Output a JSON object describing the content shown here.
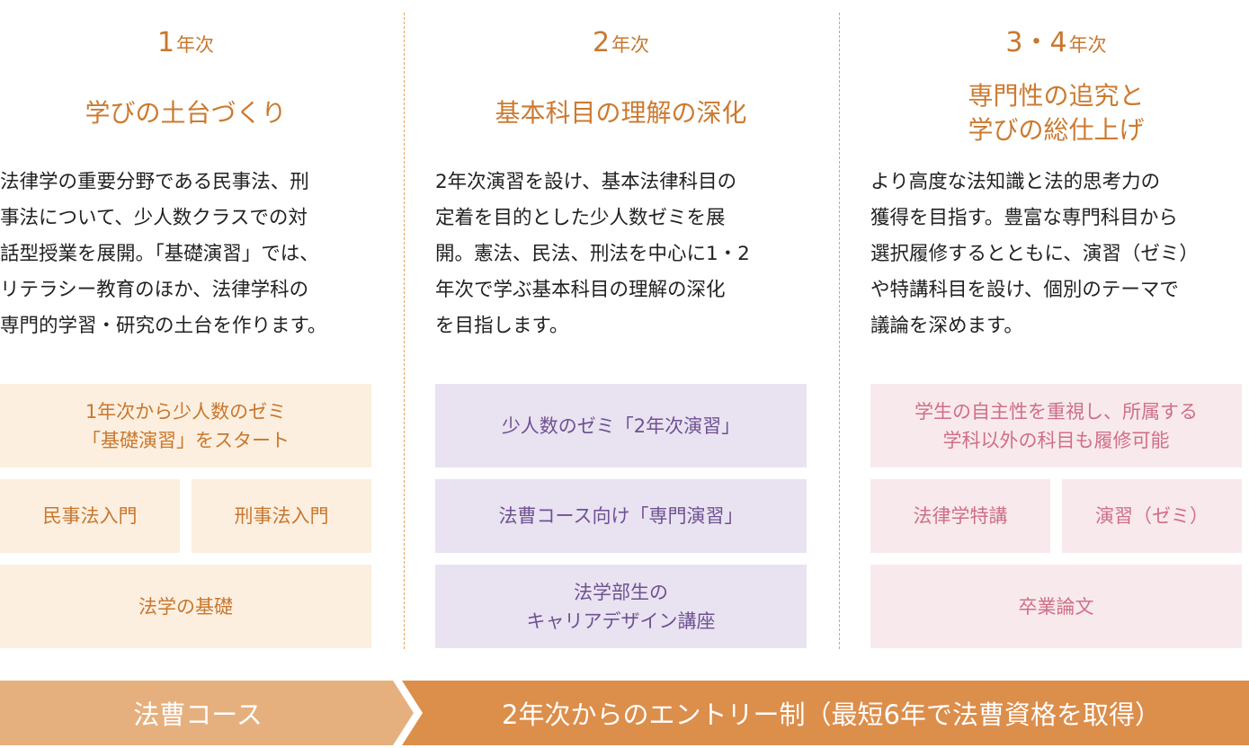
{
  "columns": [
    {
      "year_number": "1",
      "year_suffix": "年次",
      "heading_lines": [
        "学びの土台づくり"
      ],
      "description_lines": [
        "法律学の重要分野である民事法、刑",
        "事法について、少人数クラスでの対",
        "話型授業を展開。「基礎演習」では、",
        "リテラシー教育のほか、法律学科の",
        "専門的学習・研究の土台を作ります。"
      ],
      "boxes": [
        {
          "lines": [
            "1年次から少人数のゼミ",
            "「基礎演習」をスタート"
          ]
        },
        {
          "lines": [
            "民事法入門"
          ]
        },
        {
          "lines": [
            "刑事法入門"
          ]
        },
        {
          "lines": [
            "法学の基礎"
          ]
        }
      ]
    },
    {
      "year_number": "2",
      "year_suffix": "年次",
      "heading_lines": [
        "基本科目の理解の深化"
      ],
      "description_lines": [
        "2年次演習を設け、基本法律科目の",
        "定着を目的とした少人数ゼミを展",
        "開。憲法、民法、刑法を中心に1・2",
        "年次で学ぶ基本科目の理解の深化",
        "を目指します。"
      ],
      "boxes": [
        {
          "lines": [
            "少人数のゼミ「2年次演習」"
          ]
        },
        {
          "lines": [
            "法曹コース向け「専門演習」"
          ]
        },
        {
          "lines": [
            "法学部生の",
            "キャリアデザイン講座"
          ]
        }
      ]
    },
    {
      "year_number": "3・4",
      "year_suffix": "年次",
      "heading_lines": [
        "専門性の追究と",
        "学びの総仕上げ"
      ],
      "description_lines": [
        "より高度な法知識と法的思考力の",
        "獲得を目指す。豊富な専門科目から",
        "選択履修するとともに、演習（ゼミ）",
        "や特講科目を設け、個別のテーマで",
        "議論を深めます。"
      ],
      "boxes": [
        {
          "lines": [
            "学生の自主性を重視し、所属する",
            "学科以外の科目も履修可能"
          ]
        },
        {
          "lines": [
            "法律学特講"
          ]
        },
        {
          "lines": [
            "演習（ゼミ）"
          ]
        },
        {
          "lines": [
            "卒業論文"
          ]
        }
      ]
    }
  ],
  "bottom_bar": {
    "left_label": "法曹コース",
    "right_label": "2年次からのエントリー制（最短6年で法曹資格を取得）"
  },
  "colors": {
    "accent_orange": "#cc7a30",
    "box_orange_bg": "#fcefdf",
    "box_purple_bg": "#e9e3f1",
    "box_purple_text": "#6f5192",
    "box_pink_bg": "#f8e9ed",
    "box_pink_text": "#cf6f86",
    "bar_left": "#e6b07e",
    "bar_right": "#dc8e4b"
  }
}
